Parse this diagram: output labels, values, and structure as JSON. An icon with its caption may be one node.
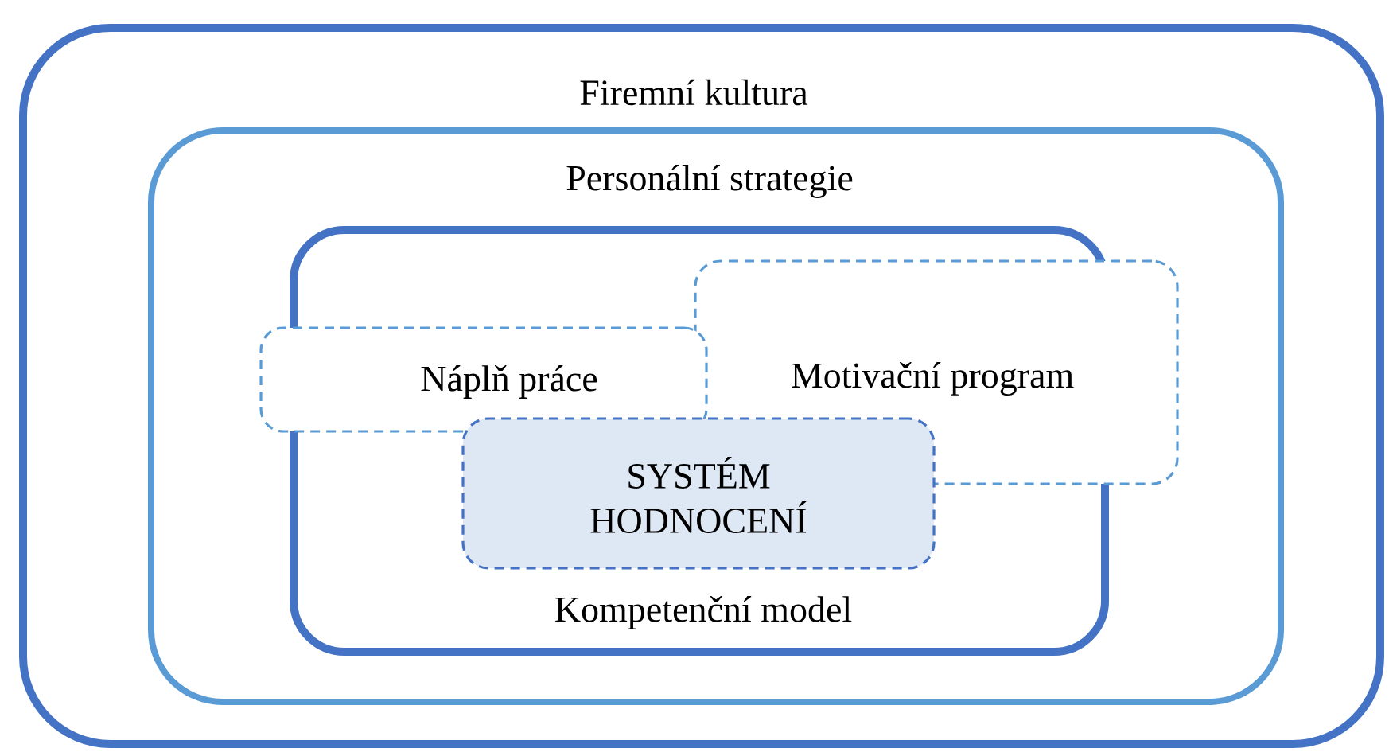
{
  "diagram": {
    "nodes": [
      {
        "text": [
          "Firemní kultura"
        ]
      },
      {
        "text": [
          "Personální strategie"
        ],
        "in": 0
      },
      {
        "text": [
          "Kompetenční model"
        ],
        "in": 1
      },
      {
        "text": [
          "Motivační program"
        ],
        "in": 1
      },
      {
        "text": [
          "Náplň práce"
        ],
        "in": 1
      },
      {
        "text": [
          "SYSTÉM HODNOCENÍ"
        ],
        "in": 2
      }
    ]
  }
}
